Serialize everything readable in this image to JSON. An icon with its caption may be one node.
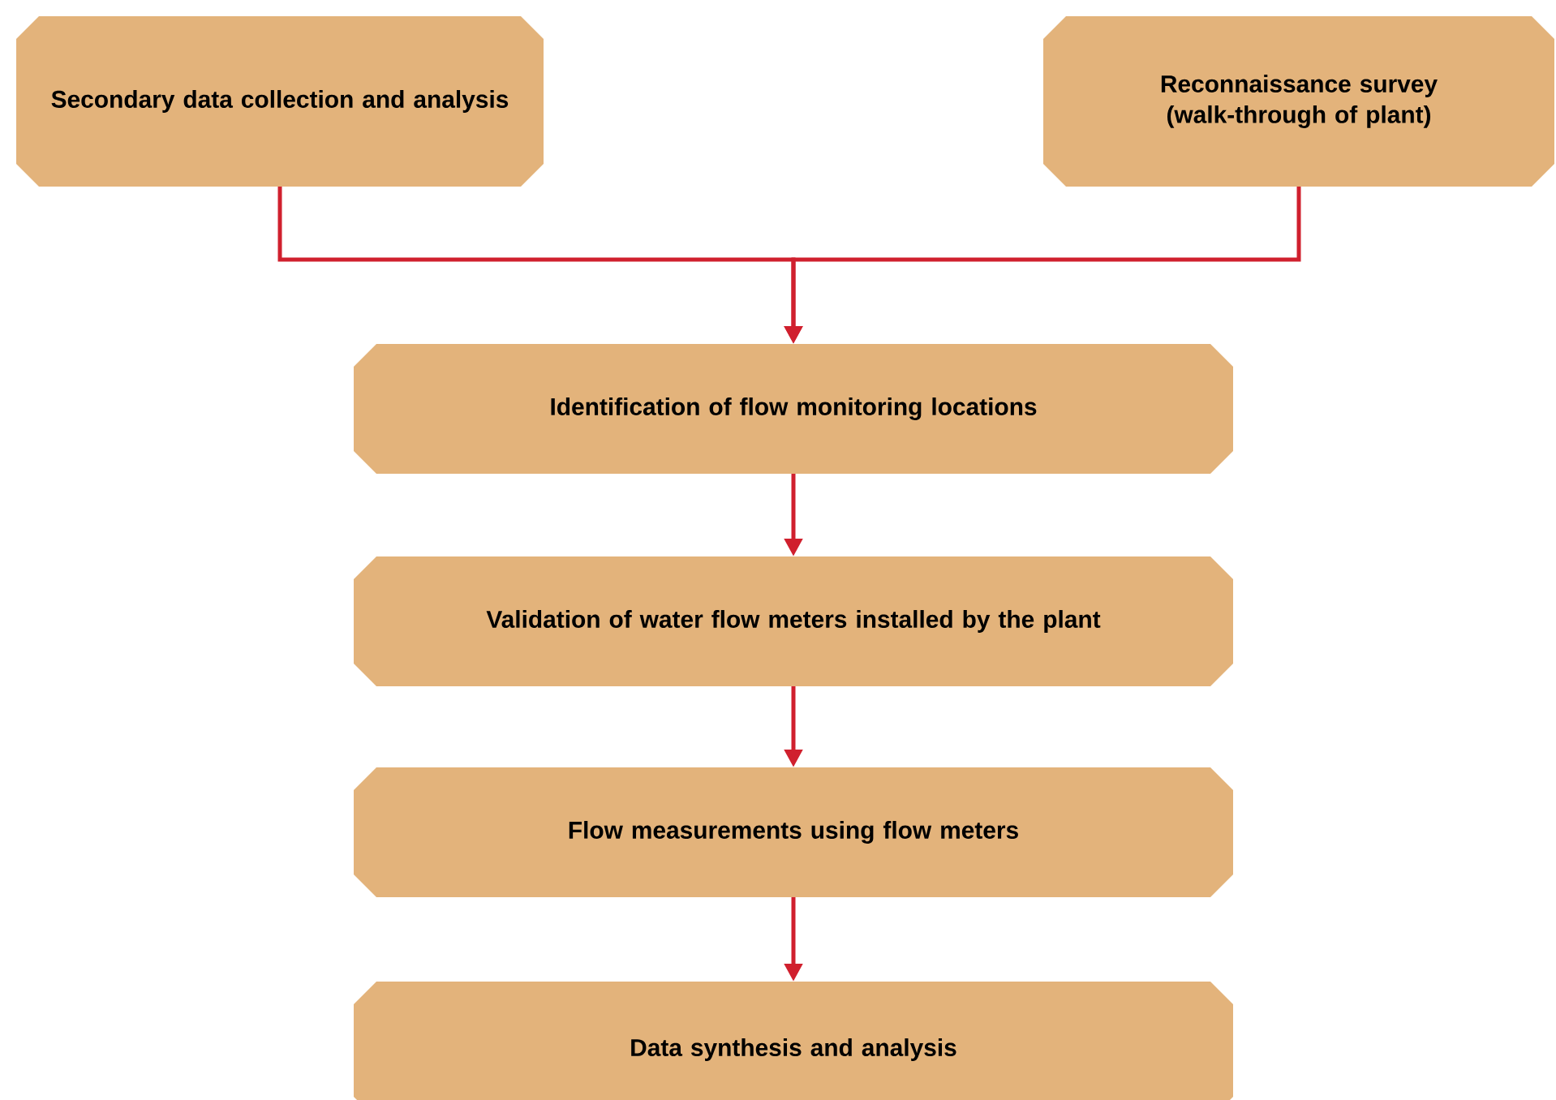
{
  "diagram": {
    "nodes": [
      {
        "text": [
          "Secondary data collection and analysis"
        ]
      },
      {
        "text": [
          "Reconnaissance survey (walk-through of plant)"
        ]
      },
      {
        "text": [
          "Identification of flow monitoring locations"
        ]
      },
      {
        "text": [
          "Validation of water flow meters installed by the plant"
        ]
      },
      {
        "text": [
          "Flow measurements using flow meters"
        ]
      },
      {
        "text": [
          "Data synthesis and analysis"
        ]
      }
    ],
    "edges": [
      {
        "from": 0,
        "to": 2,
        "arrow": "to"
      },
      {
        "from": 1,
        "to": 2,
        "arrow": "to"
      },
      {
        "from": 2,
        "to": 3,
        "arrow": "to"
      },
      {
        "from": 3,
        "to": 4,
        "arrow": "to"
      },
      {
        "from": 4,
        "to": 5,
        "arrow": "to"
      }
    ]
  }
}
